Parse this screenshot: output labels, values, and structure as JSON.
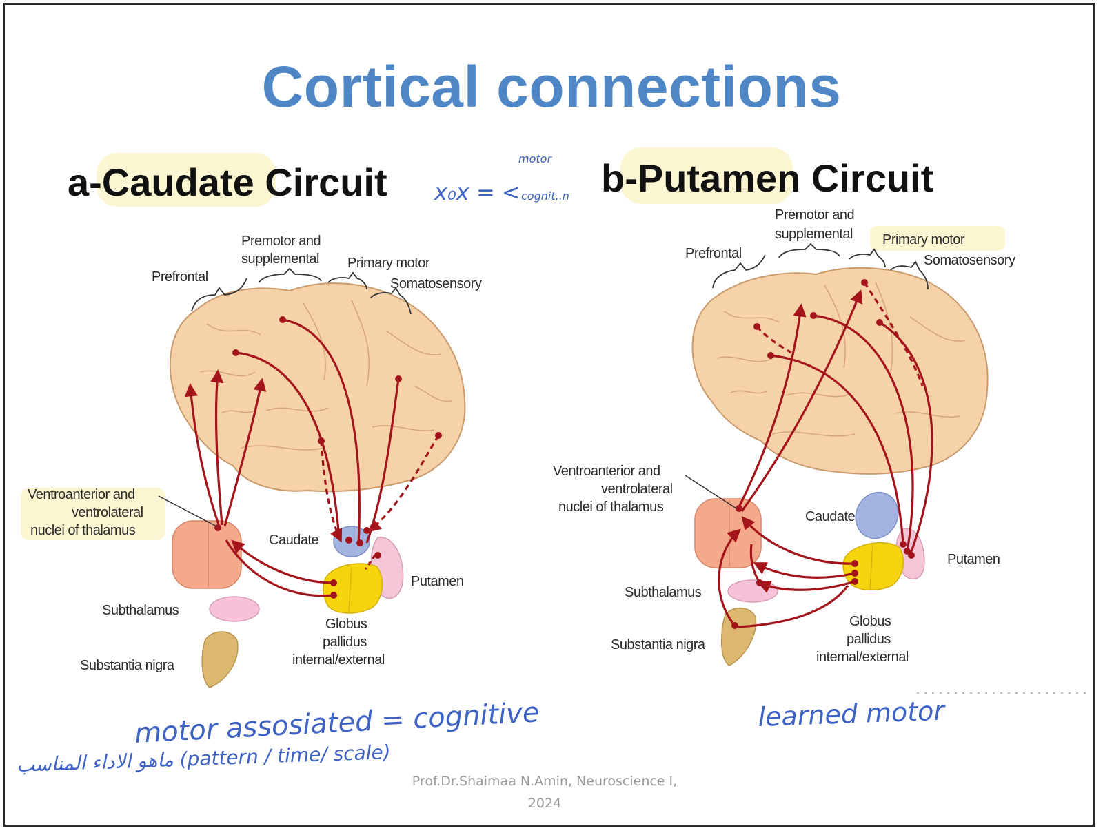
{
  "slide": {
    "title": "Cortical connections",
    "footer_line1": "Prof.Dr.Shaimaa N.Amin, Neuroscience I,",
    "footer_line2": "2024"
  },
  "left": {
    "title": "a-Caudate Circuit",
    "labels": {
      "prefrontal": "Prefrontal",
      "premotor_1": "Premotor and",
      "premotor_2": "supplemental",
      "primary_motor": "Primary motor",
      "somatosensory": "Somatosensory",
      "thalamus_1": "Ventroanterior and",
      "thalamus_2": "ventrolateral",
      "thalamus_3": "nuclei of thalamus",
      "caudate": "Caudate",
      "putamen": "Putamen",
      "subthalamus": "Subthalamus",
      "substantia_nigra": "Substantia nigra",
      "globus_1": "Globus",
      "globus_2": "pallidus",
      "globus_3": "internal/external"
    }
  },
  "right": {
    "title": "b-Putamen Circuit",
    "labels": {
      "prefrontal": "Prefrontal",
      "premotor_1": "Premotor and",
      "premotor_2": "supplemental",
      "primary_motor": "Primary motor",
      "somatosensory": "Somatosensory",
      "thalamus_1": "Ventroanterior and",
      "thalamus_2": "ventrolateral",
      "thalamus_3": "nuclei of thalamus",
      "caudate": "Caudate",
      "putamen": "Putamen",
      "subthalamus": "Subthalamus",
      "substantia_nigra": "Substantia nigra",
      "globus_1": "Globus",
      "globus_2": "pallidus",
      "globus_3": "internal/external"
    }
  },
  "handwriting": {
    "top_note_main": "x₀x = <",
    "top_note_upper": "motor",
    "top_note_lower": "cognit..n",
    "left_note_1": "motor assosiated = cognitive",
    "left_note_2": "ماهو الاداء المناسب (pattern / time/ scale)",
    "right_note": "learned motor"
  },
  "colors": {
    "title_blue": "#4f86c6",
    "brain_fill": "#f6d2a8",
    "brain_stroke": "#c99a6c",
    "pathway": "#a3141b",
    "thalamus": "#f4a98a",
    "caudate": "#a3b4e0",
    "putamen": "#f5c6d8",
    "globus_pallidus": "#f7d410",
    "subthalamus": "#f7c2d8",
    "substantia_nigra": "#ddb870",
    "highlight": "#fdf6d2",
    "ink_blue": "#3e63c4"
  }
}
